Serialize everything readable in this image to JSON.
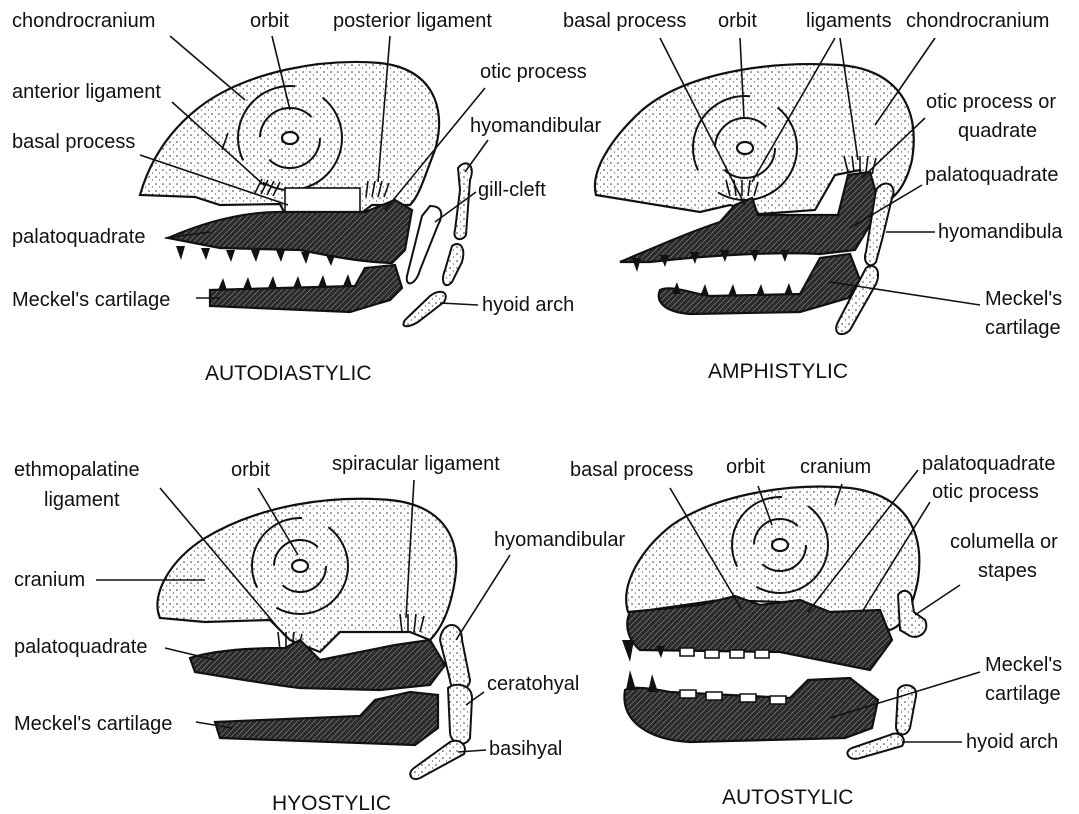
{
  "panels": {
    "autodiastylic": {
      "caption": "AUTODIASTYLIC",
      "labels": {
        "chondrocranium": "chondrocranium",
        "orbit": "orbit",
        "posterior_ligament": "posterior ligament",
        "anterior_ligament": "anterior ligament",
        "otic_process": "otic process",
        "basal_process": "basal process",
        "hyomandibular": "hyomandibular",
        "gill_cleft": "gill-cleft",
        "palatoquadrate": "palatoquadrate",
        "meckels_cartilage": "Meckel's cartilage",
        "hyoid_arch": "hyoid arch"
      }
    },
    "amphistylic": {
      "caption": "AMPHISTYLIC",
      "labels": {
        "basal_process": "basal process",
        "orbit": "orbit",
        "ligaments": "ligaments",
        "chondrocranium": "chondrocranium",
        "otic_process_or": "otic process or",
        "quadrate": "quadrate",
        "palatoquadrate": "palatoquadrate",
        "hyomandibula": "hyomandibula",
        "meckels": "Meckel's",
        "cartilage": "cartilage"
      }
    },
    "hyostylic": {
      "caption": "HYOSTYLIC",
      "labels": {
        "ethmopalatine": "ethmopalatine",
        "ligament": "ligament",
        "orbit": "orbit",
        "spiracular_ligament": "spiracular ligament",
        "hyomandibular": "hyomandibular",
        "cranium": "cranium",
        "palatoquadrate": "palatoquadrate",
        "ceratohyal": "ceratohyal",
        "meckels_cartilage": "Meckel's cartilage",
        "basihyal": "basihyal"
      }
    },
    "autostylic": {
      "caption": "AUTOSTYLIC",
      "labels": {
        "basal_process": "basal process",
        "orbit": "orbit",
        "cranium": "cranium",
        "palatoquadrate": "palatoquadrate",
        "otic_process": "otic process",
        "columella_or": "columella or",
        "stapes": "stapes",
        "meckels": "Meckel's",
        "cartilage": "cartilage",
        "hyoid_arch": "hyoid arch"
      }
    }
  },
  "colors": {
    "ink": "#111111",
    "paper": "#ffffff"
  }
}
